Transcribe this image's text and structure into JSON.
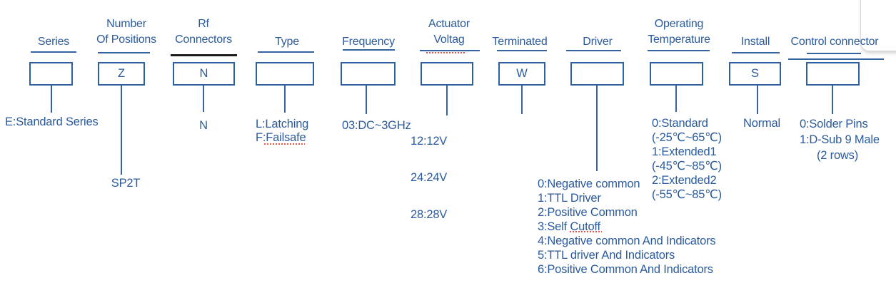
{
  "page": {
    "background": "#ffffff"
  },
  "colors": {
    "accent_blue": "#2b5b9d",
    "line_blue": "#35639f",
    "rf_underline_black": "#1b1b1b",
    "spellcheck_red": "#e2574b"
  },
  "columns": [
    {
      "id": "series",
      "label_lines": [
        "Series"
      ],
      "box_value": "",
      "items": [
        "E:Standard Series"
      ]
    },
    {
      "id": "number-of-positions",
      "label_lines": [
        "Number",
        "Of Positions"
      ],
      "box_value": "Z",
      "items": [
        "SP2T"
      ]
    },
    {
      "id": "rf-connectors",
      "label_lines": [
        "Rf",
        "Connectors"
      ],
      "box_value": "N",
      "items": [
        "N"
      ]
    },
    {
      "id": "type",
      "label_lines": [
        "Type"
      ],
      "box_value": "",
      "items": [
        "L:Latching",
        "F:Failsafe"
      ]
    },
    {
      "id": "frequency",
      "label_lines": [
        "Frequency"
      ],
      "box_value": "",
      "items": [
        "03:DC~3GHz"
      ]
    },
    {
      "id": "actuator-voltage",
      "label_lines": [
        "Actuator",
        "Voltag"
      ],
      "box_value": "",
      "items": [
        "12:12V",
        "24:24V",
        "28:28V"
      ]
    },
    {
      "id": "terminated",
      "label_lines": [
        "Terminated"
      ],
      "box_value": "W",
      "items": []
    },
    {
      "id": "driver",
      "label_lines": [
        "Driver"
      ],
      "box_value": "",
      "items": [
        "0:Negative common",
        "1:TTL Driver",
        "2:Positive Common",
        "3:Self Cutoff",
        "4:Negative common And Indicators",
        "5:TTL driver And Indicators",
        "6:Positive Common And Indicators"
      ]
    },
    {
      "id": "operating-temperature",
      "label_lines": [
        "Operating",
        "Temperature"
      ],
      "box_value": "",
      "items": [
        "0:Standard",
        "(-25℃~65℃)",
        "1:Extended1",
        "(-45℃~85℃)",
        "2:Extended2",
        "(-55℃~85℃)"
      ]
    },
    {
      "id": "install",
      "label_lines": [
        "Install"
      ],
      "box_value": "S",
      "items": [
        "Normal"
      ]
    },
    {
      "id": "control-connector",
      "label_lines": [
        "Control connector"
      ],
      "box_value": "",
      "items": [
        "0:Solder Pins",
        "1:D-Sub 9 Male",
        "(2 rows)"
      ]
    }
  ]
}
